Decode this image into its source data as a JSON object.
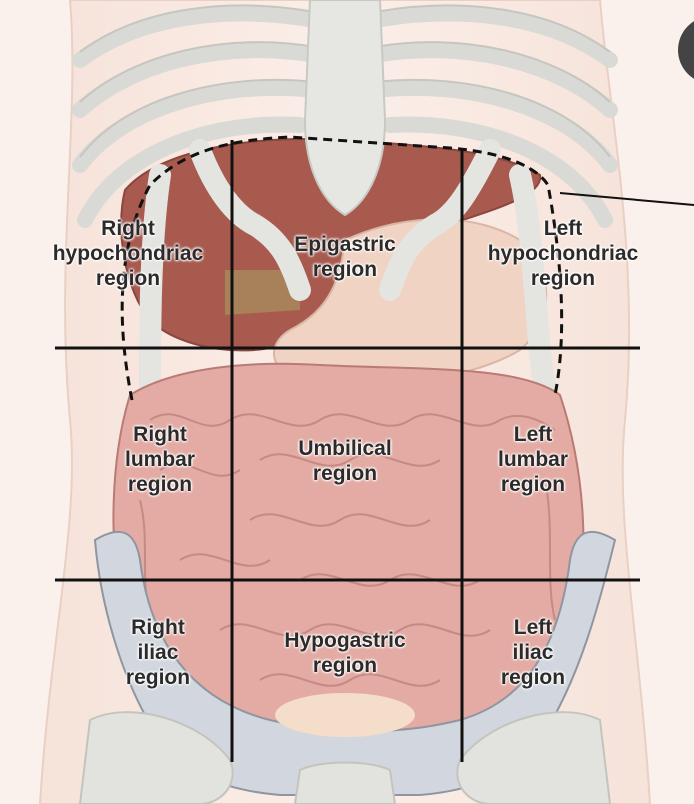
{
  "regions": [
    {
      "id": "right-hypochondriac",
      "lines": [
        "Right",
        "hypochondriac",
        "region"
      ]
    },
    {
      "id": "epigastric",
      "lines": [
        "Epigastric",
        "region"
      ]
    },
    {
      "id": "left-hypochondriac",
      "lines": [
        "Left",
        "hypochondriac",
        "region"
      ]
    },
    {
      "id": "right-lumbar",
      "lines": [
        "Right",
        "lumbar",
        "region"
      ]
    },
    {
      "id": "umbilical",
      "lines": [
        "Umbilical",
        "region"
      ]
    },
    {
      "id": "left-lumbar",
      "lines": [
        "Left",
        "lumbar",
        "region"
      ]
    },
    {
      "id": "right-iliac",
      "lines": [
        "Right",
        "iliac",
        "region"
      ]
    },
    {
      "id": "hypogastric",
      "lines": [
        "Hypogastric",
        "region"
      ]
    },
    {
      "id": "left-iliac",
      "lines": [
        "Left",
        "iliac",
        "region"
      ]
    }
  ],
  "colors": {
    "background": "#fbf1ec",
    "bone": "#e6e6e3",
    "bone_outline": "#c9c9c4",
    "liver": "#a85a4f",
    "stomach": "#f0d3c3",
    "intestine": "#e3aba3",
    "intestine_outline": "#b97b74",
    "pelvis": "#d2d7df",
    "grid_line": "#111111",
    "label_text": "#2b2b2b"
  }
}
